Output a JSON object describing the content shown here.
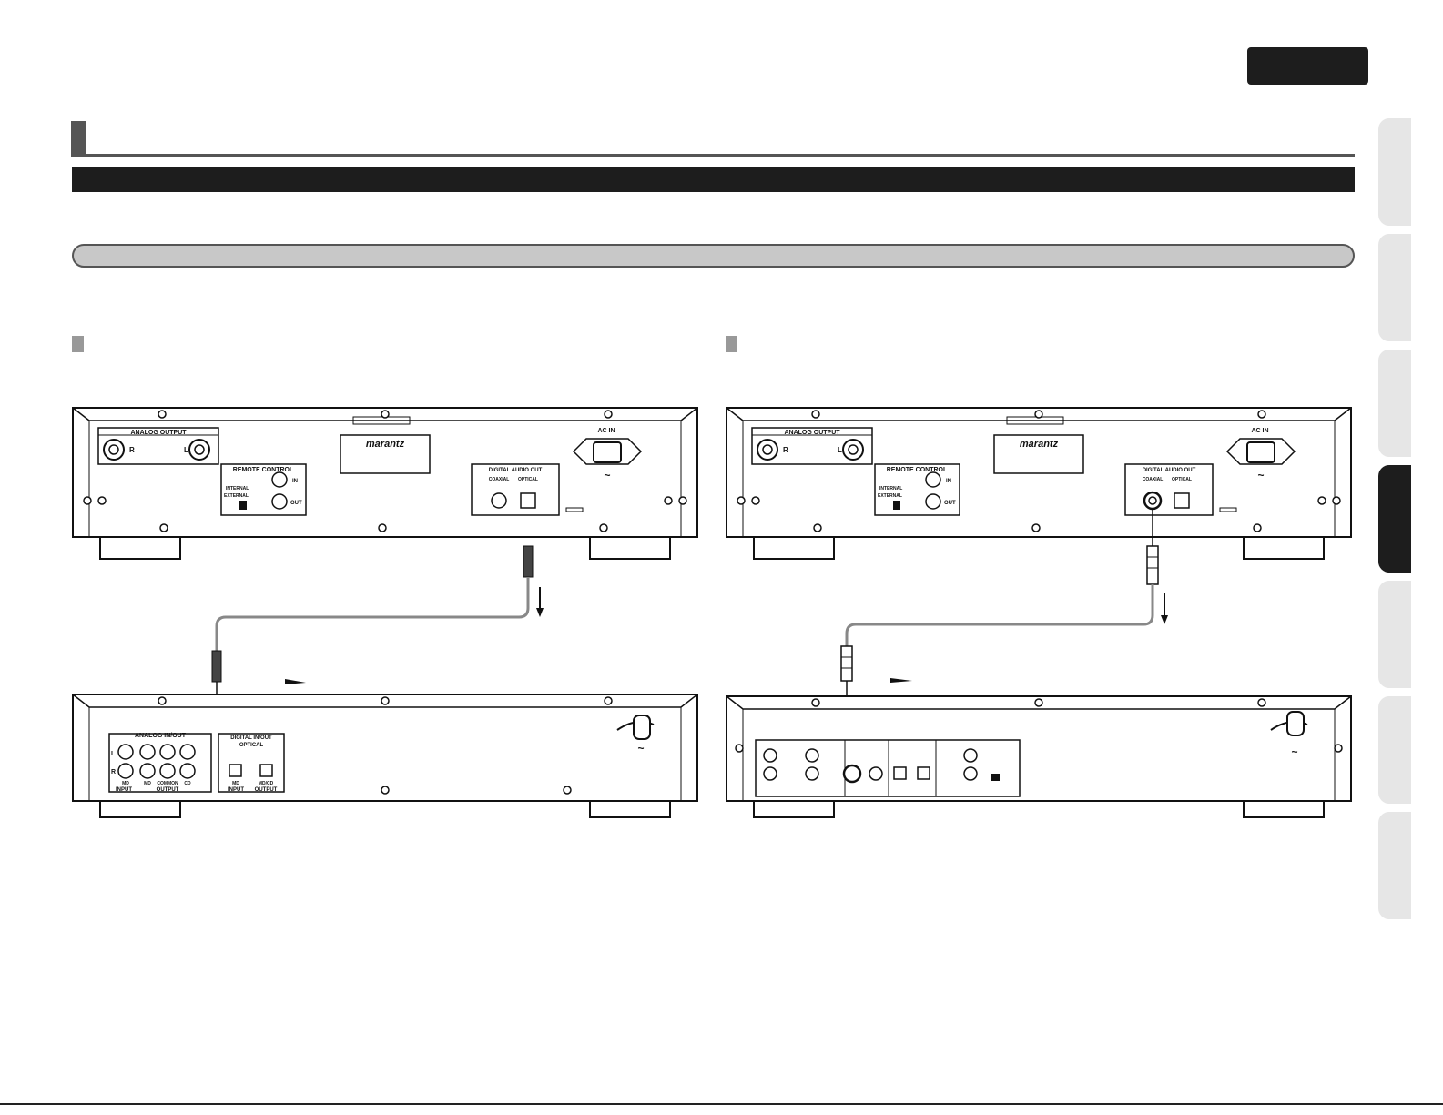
{
  "rear_panel_labels": {
    "analog_output": "ANALOG OUTPUT",
    "r": "R",
    "l": "L",
    "remote_control": "REMOTE CONTROL",
    "internal": "INTERNAL",
    "external": "EXTERNAL",
    "in": "IN",
    "out": "OUT",
    "brand": "marantz",
    "digital_audio_out": "DIGITAL AUDIO OUT",
    "coaxial": "COAXIAL",
    "optical": "OPTICAL",
    "ac_in": "AC IN",
    "ac_symbol": "~"
  },
  "recorder_labels": {
    "analog_in_out": "ANALOG IN/OUT",
    "l": "L",
    "r": "R",
    "md_input": "MD",
    "input": "INPUT",
    "md_output": "MD",
    "common": "COMMON",
    "cd": "CD",
    "output": "OUTPUT",
    "digital_in_out": "DIGITAL IN/OUT",
    "optical": "OPTICAL",
    "md_in": "MD",
    "md_cd": "MD/CD",
    "ac_symbol": "~"
  },
  "colors": {
    "dark": "#1d1d1d",
    "gray": "#555555",
    "light_gray": "#c8c8c8",
    "tab_inactive": "#e6e6e6"
  }
}
